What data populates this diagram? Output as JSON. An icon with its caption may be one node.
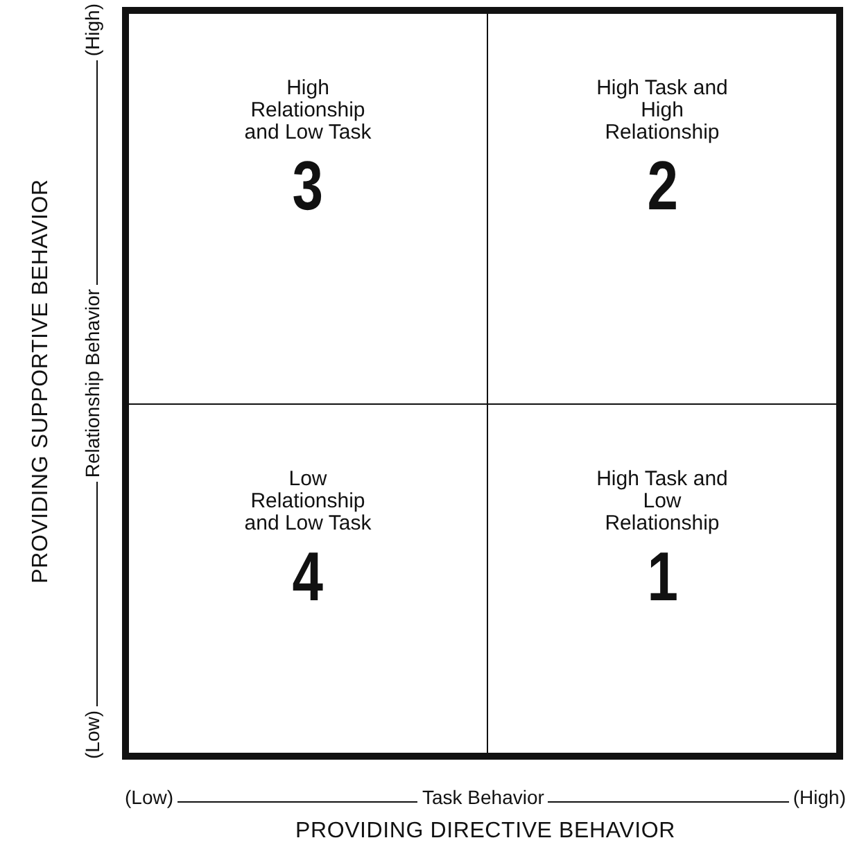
{
  "diagram": {
    "nodes": [
      {
        "text": [
          "High Relationship and Low Task",
          "3"
        ]
      },
      {
        "text": [
          "High Task and High Relationship",
          "2"
        ]
      },
      {
        "text": [
          "Low Relationship and Low Task",
          "4"
        ]
      },
      {
        "text": [
          "High Task and Low Relationship",
          "1"
        ]
      }
    ],
    "labels": [
      "PROVIDING SUPPORTIVE BEHAVIOR",
      "(High)",
      "Relationship Behavior",
      "(Low)",
      "(Low)",
      "Task Behavior",
      "(High)",
      "PROVIDING DIRECTIVE BEHAVIOR"
    ]
  }
}
